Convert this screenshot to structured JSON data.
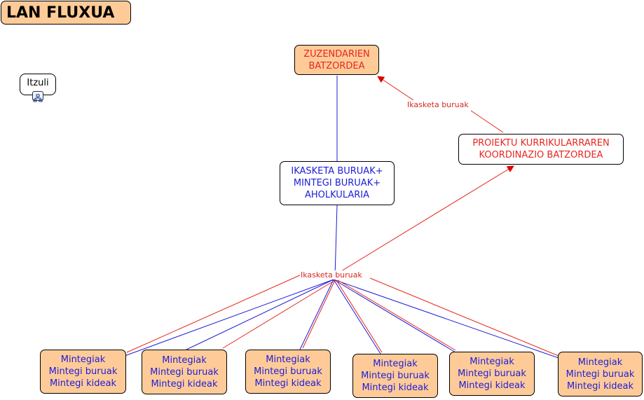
{
  "title": "LAN FLUXUA",
  "back_button": {
    "label": "Itzuli",
    "icon": "hierarchy-icon"
  },
  "nodes": {
    "zuzendarien": {
      "lines": [
        "ZUZENDARIEN",
        "BATZORDEA"
      ]
    },
    "proiektu": {
      "lines": [
        "PROIEKTU KURRIKULARRAREN",
        "KOORDINAZIO BATZORDEA"
      ]
    },
    "ikasketa": {
      "lines": [
        "IKASKETA BURUAK+",
        "MINTEGI BURUAK+",
        "AHOLKULARIA"
      ]
    },
    "mintegiak": [
      {
        "lines": [
          "Mintegiak",
          "Mintegi buruak",
          "Mintegi kideak"
        ]
      },
      {
        "lines": [
          "Mintegiak",
          "Mintegi buruak",
          "Mintegi kideak"
        ]
      },
      {
        "lines": [
          "Mintegiak",
          "Mintegi buruak",
          "Mintegi kideak"
        ]
      },
      {
        "lines": [
          "Mintegiak",
          "Mintegi buruak",
          "Mintegi kideak"
        ]
      },
      {
        "lines": [
          "Mintegiak",
          "Mintegi buruak",
          "Mintegi kideak"
        ]
      },
      {
        "lines": [
          "Mintegiak",
          "Mintegi buruak",
          "Mintegi kideak"
        ]
      }
    ]
  },
  "edge_labels": {
    "top": "Ikasketa buruak",
    "hub": "Ikasketa buruak"
  },
  "colors": {
    "node_fill": "#fecb98",
    "red": "#e8261f",
    "blue": "#1d1dd8"
  }
}
